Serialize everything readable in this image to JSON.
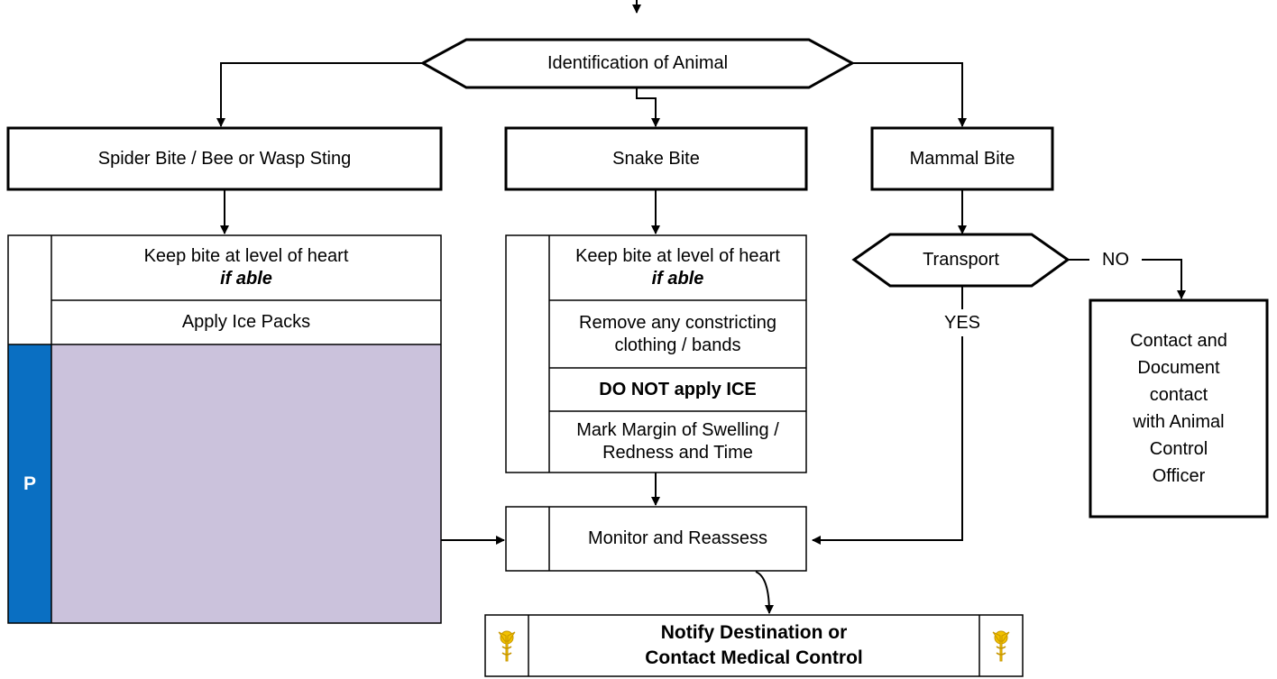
{
  "nodes": {
    "identification": "Identification of Animal",
    "spider": "Spider Bite / Bee or Wasp Sting",
    "snake": "Snake Bite",
    "mammal": "Mammal Bite",
    "transport": "Transport",
    "contact_officer": [
      "Contact and",
      "Document",
      "contact",
      "with Animal",
      "Control",
      "Officer"
    ],
    "monitor": "Monitor and Reassess",
    "notify": [
      "Notify Destination or",
      "Contact Medical Control"
    ]
  },
  "spider_steps": {
    "keep_level": "Keep bite at level of heart",
    "if_able": "if able",
    "ice": "Apply Ice Packs",
    "paramedic_tag": "P"
  },
  "snake_steps": {
    "keep_level": "Keep bite at level of heart",
    "if_able": "if able",
    "remove": [
      "Remove any constricting",
      "clothing / bands"
    ],
    "no_ice": "DO NOT apply ICE",
    "mark": [
      "Mark Margin of Swelling /",
      "Redness and Time"
    ]
  },
  "edge_labels": {
    "no": "NO",
    "yes": "YES"
  },
  "icons": {
    "medical_control": "caduceus-icon"
  },
  "colors": {
    "paramedic_blue": "#0a6fc2",
    "paramedic_fill": "#cbc2dc",
    "icon_gold": "#f2c200"
  }
}
